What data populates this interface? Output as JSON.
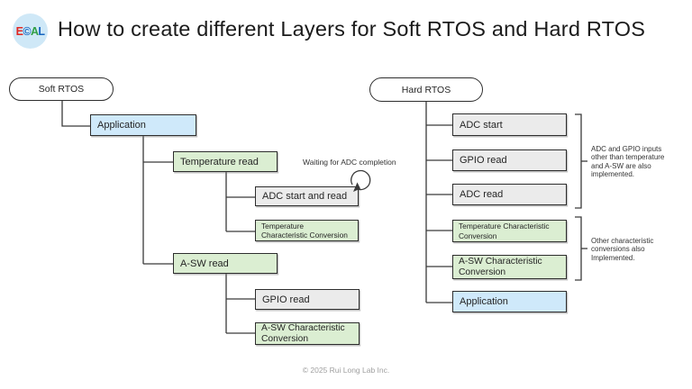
{
  "header": {
    "title": "How to create different Layers for Soft RTOS and Hard RTOS",
    "logo": {
      "letters": [
        {
          "ch": "E"
        },
        {
          "ch": "©"
        },
        {
          "ch": "A"
        },
        {
          "ch": "L"
        }
      ]
    }
  },
  "soft": {
    "root_label": "Soft RTOS",
    "application": "Application",
    "temperature_read": "Temperature read",
    "adc_start_read": "ADC start and read",
    "loop_label": "Waiting for ADC completion",
    "temperature_char_conv": "Temperature\nCharacteristic Conversion",
    "asw_read": "A-SW read",
    "gpio_read": "GPIO read",
    "asw_char_conv": "A-SW Characteristic\nConversion"
  },
  "hard": {
    "root_label": "Hard RTOS",
    "adc_start": "ADC start",
    "gpio_read": "GPIO read",
    "adc_read": "ADC read",
    "temperature_char_conv": "Temperature Characteristic\nConversion",
    "asw_char_conv": "A-SW Characteristic\nConversion",
    "application": "Application",
    "annotation_inputs": "ADC and GPIO inputs\nother than temperature\nand A-SW are also\nimplemented.",
    "annotation_conversions": "Other characteristic\nconversions also\nImplemented."
  },
  "footer": {
    "copyright": "© 2025 Rui Long Lab Inc."
  },
  "colors": {
    "box_blue": "#cfe9fa",
    "box_green": "#dbeed2",
    "box_gray": "#ebebeb",
    "box_border": "#2e2e2e",
    "line": "#3a3a3a",
    "pill_bg": "#ffffff",
    "title_text": "#1b1b1b",
    "annotation_text": "#333333",
    "footer_text": "#a0a0a0",
    "logo_bg": "#cfe8f7",
    "logo0": "#e02722",
    "logo1": "#1665c0",
    "logo2": "#2f9e44",
    "logo3": "#1665c0"
  }
}
